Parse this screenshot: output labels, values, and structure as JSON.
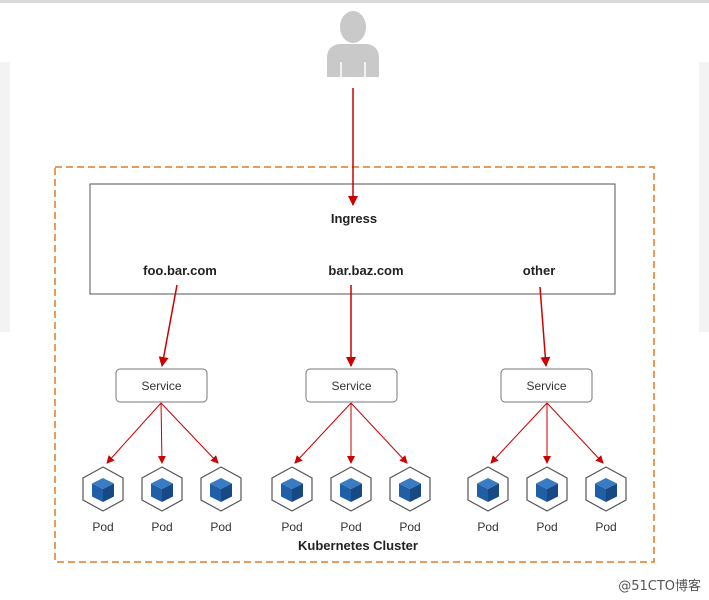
{
  "ingress": {
    "title": "Ingress",
    "hosts": [
      "foo.bar.com",
      "bar.baz.com",
      "other"
    ]
  },
  "services": [
    "Service",
    "Service",
    "Service"
  ],
  "pod_label": "Pod",
  "cluster_label": "Kubernetes Cluster",
  "watermark": "@51CTO博客",
  "colors": {
    "arrow": "#cc0000",
    "cluster_border": "#e07b26",
    "pod_icon": "#1f5fa6",
    "user_icon": "#c9c9c9"
  }
}
